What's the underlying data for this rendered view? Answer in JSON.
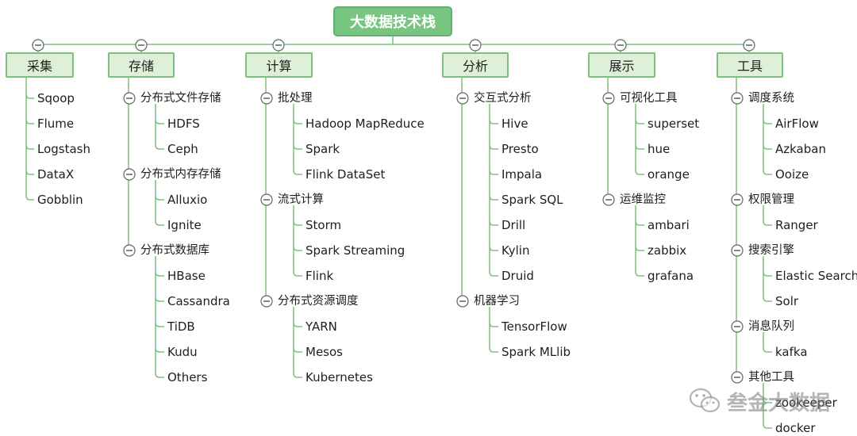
{
  "root": "大数据技术栈",
  "colors": {
    "line": "#7cc07c",
    "category_fill": "#dff0d8",
    "root_fill": "#77c581"
  },
  "categories": [
    {
      "label": "采集"
    },
    {
      "label": "存储"
    },
    {
      "label": "计算"
    },
    {
      "label": "分析"
    },
    {
      "label": "展示"
    },
    {
      "label": "工具"
    }
  ],
  "caiji": [
    "Sqoop",
    "Flume",
    "Logstash",
    "DataX",
    "Gobblin"
  ],
  "cunchu": {
    "groups": [
      {
        "label": "分布式文件存储",
        "items": [
          "HDFS",
          "Ceph"
        ]
      },
      {
        "label": "分布式内存存储",
        "items": [
          "Alluxio",
          "Ignite"
        ]
      },
      {
        "label": "分布式数据库",
        "items": [
          "HBase",
          "Cassandra",
          "TiDB",
          "Kudu",
          "Others"
        ]
      }
    ]
  },
  "jisuan": {
    "groups": [
      {
        "label": "批处理",
        "items": [
          "Hadoop MapReduce",
          "Spark",
          "Flink DataSet"
        ]
      },
      {
        "label": "流式计算",
        "items": [
          "Storm",
          "Spark Streaming",
          "Flink"
        ]
      },
      {
        "label": "分布式资源调度",
        "items": [
          "YARN",
          "Mesos",
          "Kubernetes"
        ]
      }
    ]
  },
  "fenxi": {
    "groups": [
      {
        "label": "交互式分析",
        "items": [
          "Hive",
          "Presto",
          "Impala",
          "Spark SQL",
          "Drill",
          "Kylin",
          "Druid"
        ]
      },
      {
        "label": "机器学习",
        "items": [
          "TensorFlow",
          "Spark MLlib"
        ]
      }
    ]
  },
  "zhanshi": {
    "groups": [
      {
        "label": "可视化工具",
        "items": [
          "superset",
          "hue",
          "orange"
        ]
      },
      {
        "label": "运维监控",
        "items": [
          "ambari",
          "zabbix",
          "grafana"
        ]
      }
    ]
  },
  "gongju": {
    "groups": [
      {
        "label": "调度系统",
        "items": [
          "AirFlow",
          "Azkaban",
          "Ooize"
        ]
      },
      {
        "label": "权限管理",
        "items": [
          "Ranger"
        ]
      },
      {
        "label": "搜索引擎",
        "items": [
          "Elastic Search",
          "Solr"
        ]
      },
      {
        "label": "消息队列",
        "items": [
          "kafka"
        ]
      },
      {
        "label": "其他工具",
        "items": [
          "zookeeper",
          "docker"
        ]
      }
    ]
  },
  "watermark": {
    "text": "叁金大数据",
    "icon": "wechat-icon"
  }
}
